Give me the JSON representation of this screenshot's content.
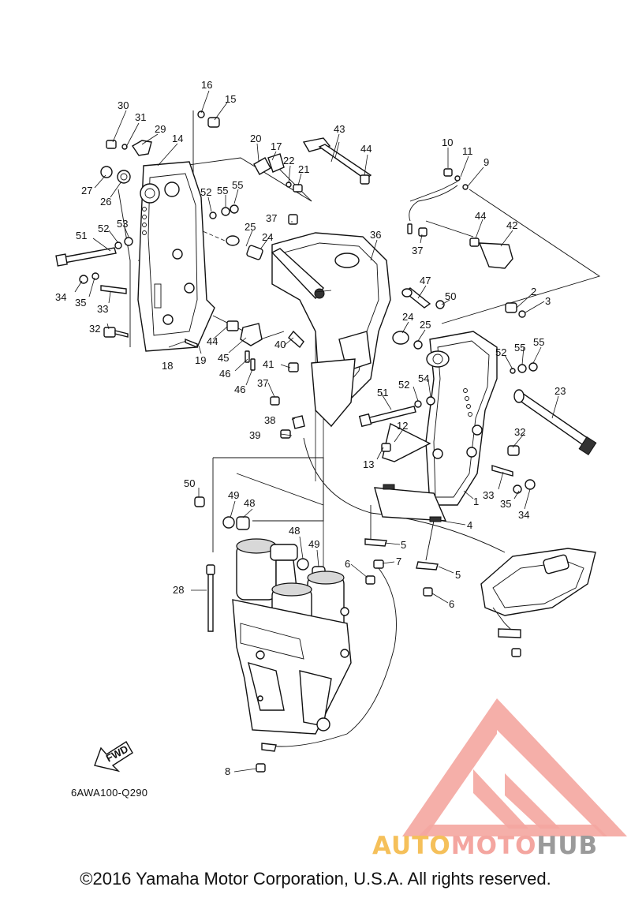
{
  "diagram": {
    "callouts": [
      "1",
      "2",
      "3",
      "4",
      "5",
      "6",
      "7",
      "8",
      "9",
      "10",
      "11",
      "12",
      "13",
      "14",
      "15",
      "16",
      "17",
      "18",
      "19",
      "20",
      "21",
      "22",
      "23",
      "24",
      "25",
      "26",
      "27",
      "28",
      "29",
      "30",
      "31",
      "32",
      "33",
      "34",
      "35",
      "36",
      "37",
      "38",
      "39",
      "40",
      "41",
      "42",
      "43",
      "44",
      "45",
      "46",
      "47",
      "48",
      "49",
      "50",
      "51",
      "52",
      "53",
      "54",
      "55"
    ],
    "fwd_label": "FWD",
    "figure_code": "6AWA100-Q290"
  },
  "watermark": {
    "brand_part1": "AUTO",
    "brand_part2": "MOTO",
    "brand_part3": "HUB",
    "colors": {
      "auto": "#f5c05a",
      "moto": "#f4a6a0",
      "hub": "#9a9a9a",
      "logo": "#f4a6a0"
    }
  },
  "copyright": "©2016 Yamaha Motor Corporation, U.S.A. All rights reserved."
}
